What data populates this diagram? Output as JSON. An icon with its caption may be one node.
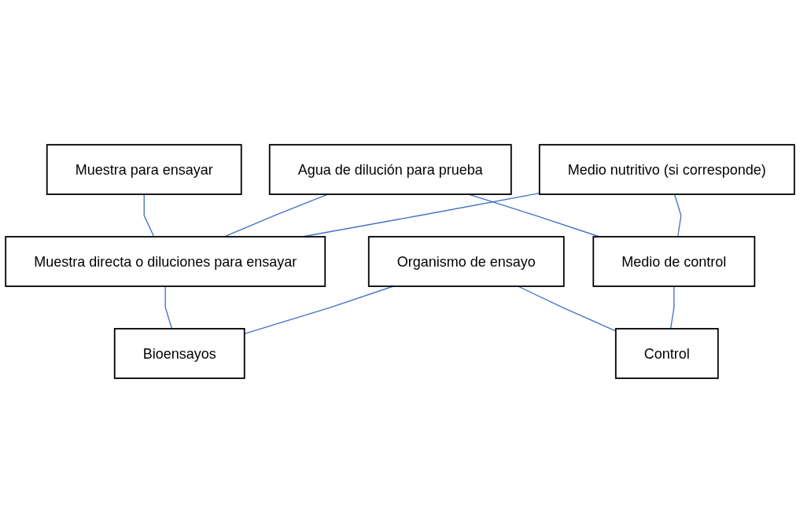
{
  "diagram": {
    "nodes": [
      {
        "text": [
          "Muestra para ensayar"
        ]
      },
      {
        "text": [
          "Agua de dilución para prueba"
        ]
      },
      {
        "text": [
          "Medio nutritivo (si corresponde)"
        ]
      },
      {
        "text": [
          "Muestra directa o diluciones para ensayar"
        ]
      },
      {
        "text": [
          "Medio de control"
        ]
      },
      {
        "text": [
          "Organismo de ensayo"
        ]
      },
      {
        "text": [
          "Bioensayos"
        ]
      },
      {
        "text": [
          "Control"
        ]
      }
    ],
    "edges": [
      {
        "from": 0,
        "to": 3,
        "arrow": "none"
      },
      {
        "from": 1,
        "to": 3,
        "arrow": "none"
      },
      {
        "from": 2,
        "to": 3,
        "arrow": "none"
      },
      {
        "from": 1,
        "to": 4,
        "arrow": "none"
      },
      {
        "from": 2,
        "to": 4,
        "arrow": "none"
      },
      {
        "from": 3,
        "to": 6,
        "arrow": "none"
      },
      {
        "from": 5,
        "to": 6,
        "arrow": "none"
      },
      {
        "from": 5,
        "to": 7,
        "arrow": "none"
      },
      {
        "from": 4,
        "to": 7,
        "arrow": "none"
      }
    ]
  }
}
